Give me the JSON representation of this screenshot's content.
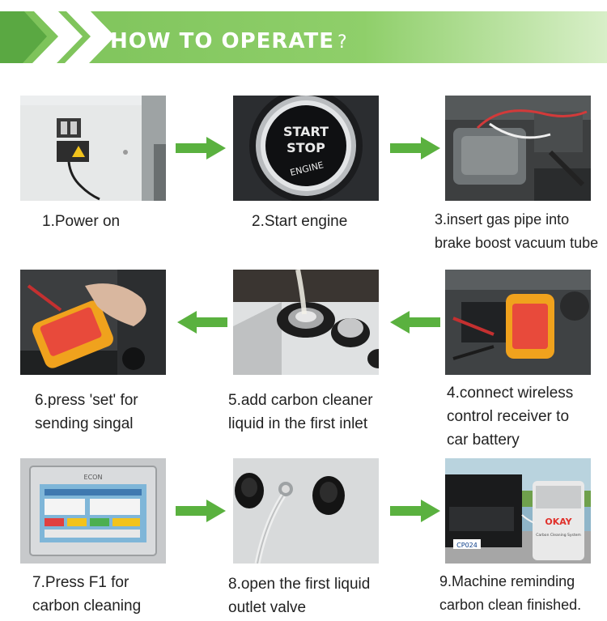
{
  "header": {
    "title": "HOW TO OPERATE",
    "title_mark": "?"
  },
  "steps": [
    {
      "caption_lines": [
        "1.Power on"
      ],
      "photo": "control-cabinet-power-switch"
    },
    {
      "caption_lines": [
        "2.Start engine"
      ],
      "photo": "start-stop-engine-button",
      "button_text": [
        "START",
        "STOP",
        "ENGINE"
      ]
    },
    {
      "caption_lines": [
        "3.insert gas pipe into",
        "brake boost vacuum tube"
      ],
      "photo": "engine-bay-vacuum-tube"
    },
    {
      "caption_lines": [
        "4.connect wireless",
        "control receiver to",
        "car battery"
      ],
      "photo": "receiver-on-battery"
    },
    {
      "caption_lines": [
        "5.add carbon cleaner",
        "liquid in the first inlet"
      ],
      "photo": "liquid-inlet-pour"
    },
    {
      "caption_lines": [
        "6.press 'set' for",
        "sending singal"
      ],
      "photo": "hand-pressing-receiver"
    },
    {
      "caption_lines": [
        "7.Press F1 for",
        "carbon cleaning"
      ],
      "photo": "touchscreen-panel",
      "brand": "ECON"
    },
    {
      "caption_lines": [
        "8.open the first liquid",
        "outlet valve"
      ],
      "photo": "outlet-valve-knobs"
    },
    {
      "caption_lines": [
        "9.Machine reminding",
        "carbon clean finished."
      ],
      "photo": "machine-beside-car",
      "brand": "OKAY",
      "machine_label": "Carbon Cleaning System",
      "plate": "CP024"
    }
  ],
  "arrows": [
    {
      "direction": "right"
    },
    {
      "direction": "right"
    },
    {
      "direction": "left"
    },
    {
      "direction": "left"
    },
    {
      "direction": "right"
    },
    {
      "direction": "right"
    }
  ],
  "colors": {
    "banner_green": "#5fb04a",
    "banner_light": "#8fcf6a",
    "arrow_green": "#5ab13f"
  }
}
